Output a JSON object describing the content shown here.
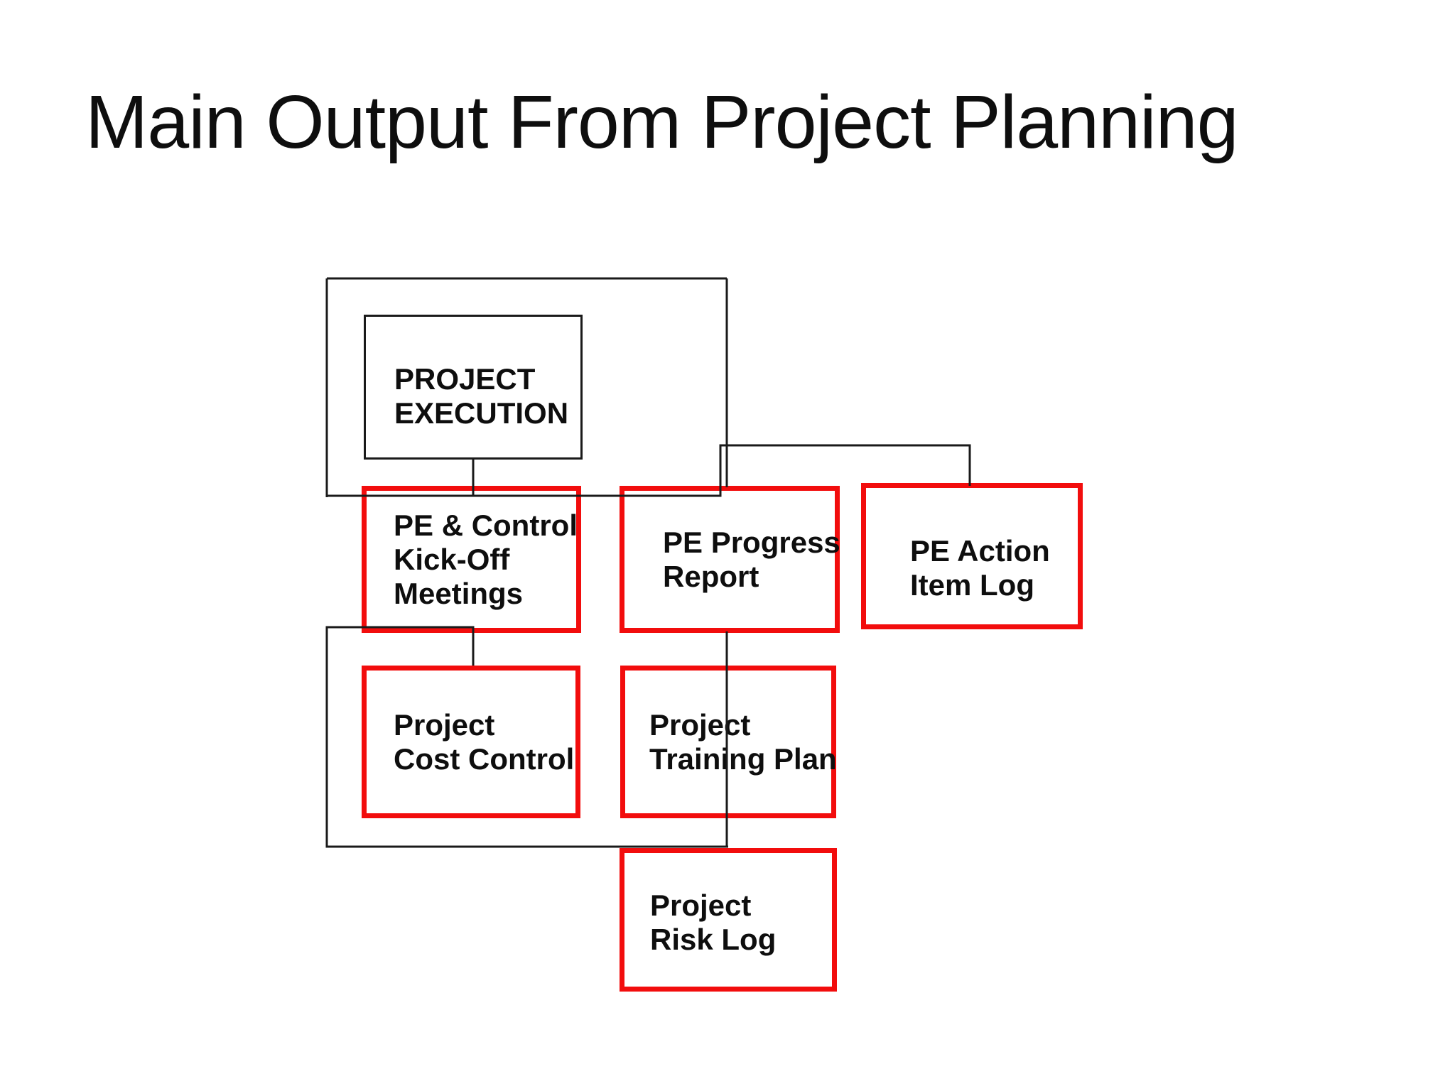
{
  "slide": {
    "title": "Main Output From Project Planning"
  },
  "colors": {
    "background": "#ffffff",
    "box_border_red": "#f20d0d",
    "line_black": "#1a1a1a",
    "text": "#0e0e0e"
  },
  "nodes": {
    "project_execution": {
      "lines": [
        "PROJECT",
        "EXECUTION"
      ]
    },
    "pe_control_kickoff": {
      "lines": [
        "PE & Control",
        "Kick-Off",
        "Meetings"
      ]
    },
    "pe_progress_report": {
      "lines": [
        "PE Progress",
        "Report"
      ]
    },
    "pe_action_item_log": {
      "lines": [
        "PE Action",
        "Item Log"
      ]
    },
    "project_cost_control": {
      "lines": [
        "Project",
        "Cost Control"
      ]
    },
    "project_training_plan": {
      "lines": [
        "Project",
        "Training Plan"
      ]
    },
    "project_risk_log": {
      "lines": [
        "Project",
        "Risk Log"
      ]
    }
  }
}
